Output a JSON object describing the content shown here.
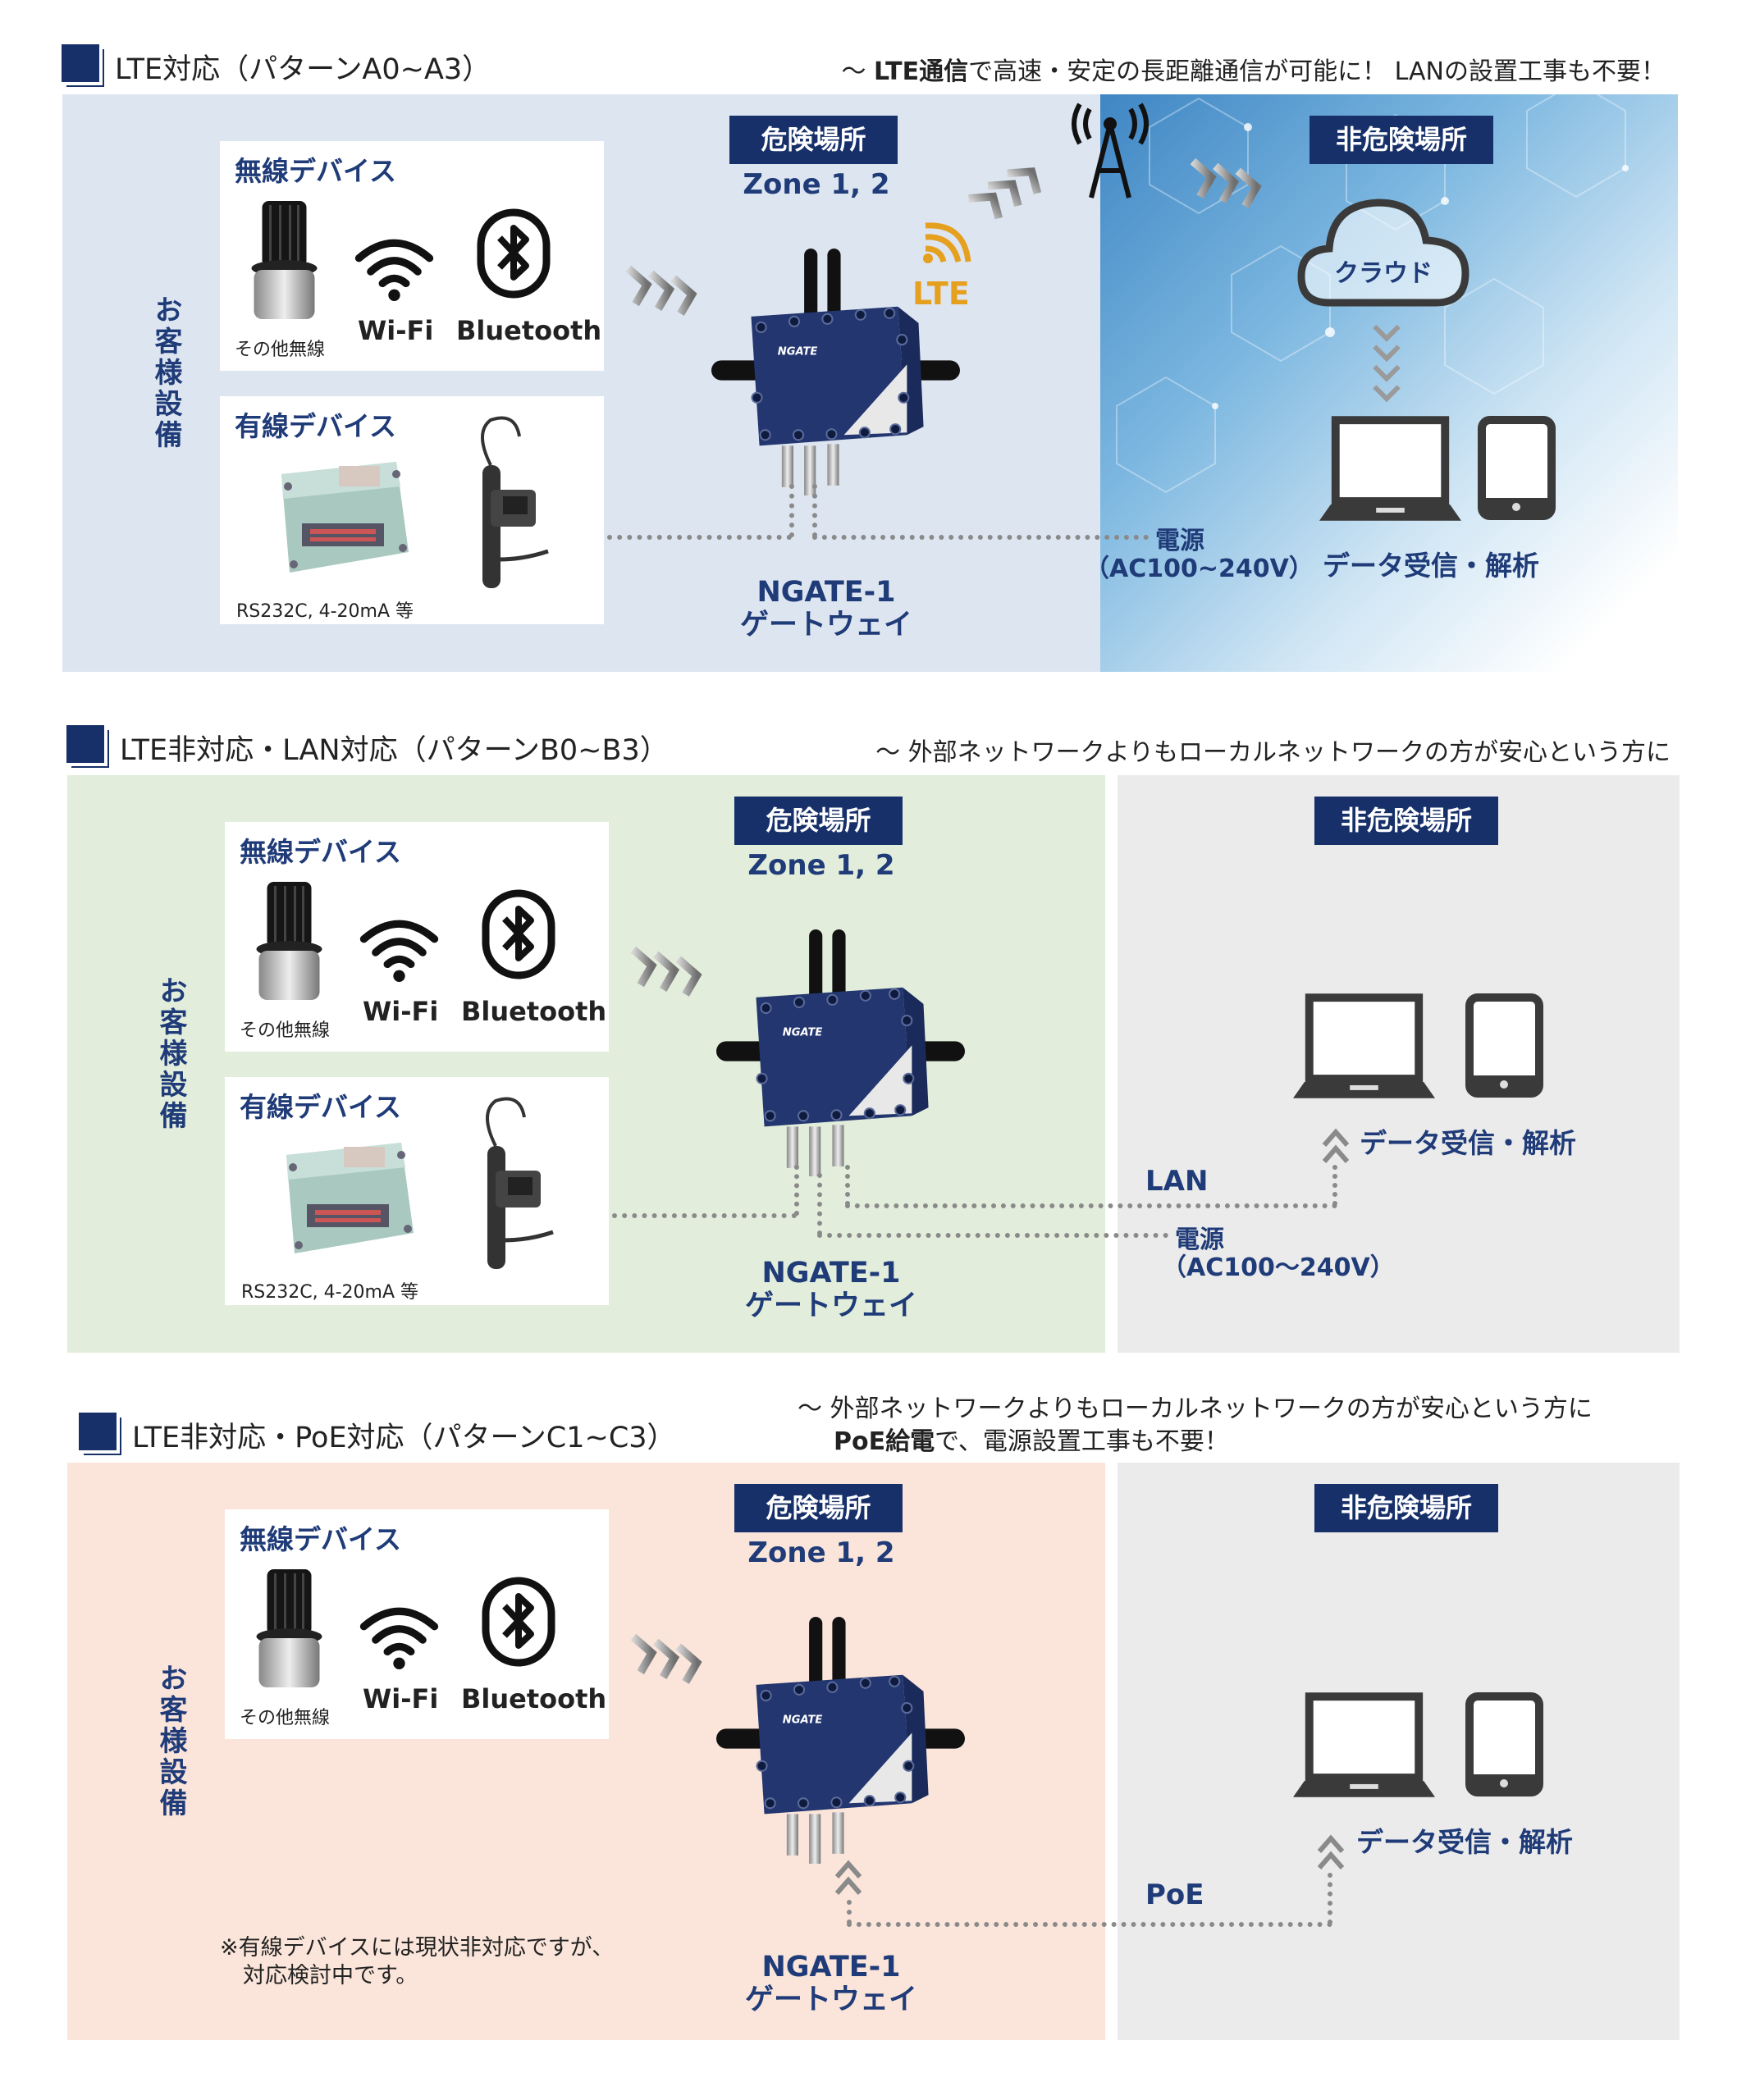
{
  "colors": {
    "navy": "#17306a",
    "lte_orange": "#e6a020",
    "panel_blue": "#dde5f1",
    "panel_green": "#e2eedb",
    "panel_peach": "#fbe5da",
    "panel_gray": "#ebebeb"
  },
  "common": {
    "customer_equipment": "お客様設備",
    "wireless_title": "無線デバイス",
    "other_wireless": "その他無線",
    "wifi": "Wi-Fi",
    "bluetooth": "Bluetooth",
    "wired_title": "有線デバイス",
    "wired_caption": "RS232C, 4-20mA 等",
    "hazardous": "危険場所",
    "zone": "Zone 1, 2",
    "nonhazardous": "非危険場所",
    "gateway_name": "NGATE-1",
    "gateway_type": "ゲートウェイ",
    "data_label": "データ受信・解析"
  },
  "sections": [
    {
      "heading": "LTE対応（パターンA0~A3）",
      "subtitle_prefix": "～ ",
      "subtitle_bold": "LTE通信",
      "subtitle_rest": "で高速・安定の長距離通信が可能に！ LANの設置工事も不要！",
      "lte": "LTE",
      "cloud": "クラウド",
      "power": "電源",
      "power_spec": "（AC100~240V）"
    },
    {
      "heading": "LTE非対応・LAN対応（パターンB0~B3）",
      "subtitle": "～ 外部ネットワークよりもローカルネットワークの方が安心という方に",
      "lan": "LAN",
      "power": "電源",
      "power_spec": "（AC100～240V）"
    },
    {
      "heading": "LTE非対応・PoE対応（パターンC1~C3）",
      "subtitle_line1": "～ 外部ネットワークよりもローカルネットワークの方が安心という方に",
      "subtitle_bold": "PoE給電",
      "subtitle_rest": "で、電源設置工事も不要！",
      "poe": "PoE",
      "note_line1": "※有線デバイスには現状非対応ですが、",
      "note_line2": "対応検討中です。"
    }
  ]
}
